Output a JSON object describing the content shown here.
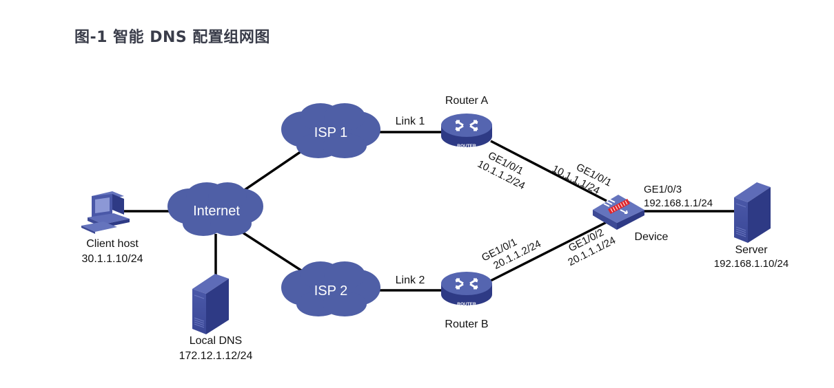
{
  "figure": {
    "title": "图-1  智能 DNS 配置组网图"
  },
  "nodes": {
    "client_host": {
      "name": "Client host",
      "ip": "30.1.1.10/24",
      "icon": "pc-icon"
    },
    "internet": {
      "name": "Internet",
      "icon": "cloud-icon"
    },
    "local_dns": {
      "name": "Local DNS",
      "ip": "172.12.1.12/24",
      "icon": "server-icon"
    },
    "isp1": {
      "name": "ISP 1",
      "icon": "cloud-icon"
    },
    "isp2": {
      "name": "ISP 2",
      "icon": "cloud-icon"
    },
    "router_a": {
      "name": "Router A",
      "badge": "ROUTER",
      "icon": "router-icon"
    },
    "router_b": {
      "name": "Router B",
      "badge": "ROUTER",
      "icon": "router-icon"
    },
    "device": {
      "name": "Device",
      "icon": "firewall-icon"
    },
    "server": {
      "name": "Server",
      "ip": "192.168.1.10/24",
      "icon": "server-icon"
    }
  },
  "links": {
    "link1": {
      "label": "Link 1"
    },
    "link2": {
      "label": "Link 2"
    }
  },
  "interfaces": {
    "router_a_ge": {
      "port": "GE1/0/1",
      "ip": "10.1.1.2/24"
    },
    "device_ge1": {
      "port": "GE1/0/1",
      "ip": "10.1.1.1/24"
    },
    "router_b_ge": {
      "port": "GE1/0/1",
      "ip": "20.1.1.2/24"
    },
    "device_ge2": {
      "port": "GE1/0/2",
      "ip": "20.1.1.1/24"
    },
    "device_ge3": {
      "port": "GE1/0/3",
      "ip": "192.168.1.1/24"
    }
  },
  "colors": {
    "device_blue": "#4f5fa6",
    "device_dark": "#2e3a85",
    "line": "#000000",
    "firewall_red": "#e0262b"
  }
}
